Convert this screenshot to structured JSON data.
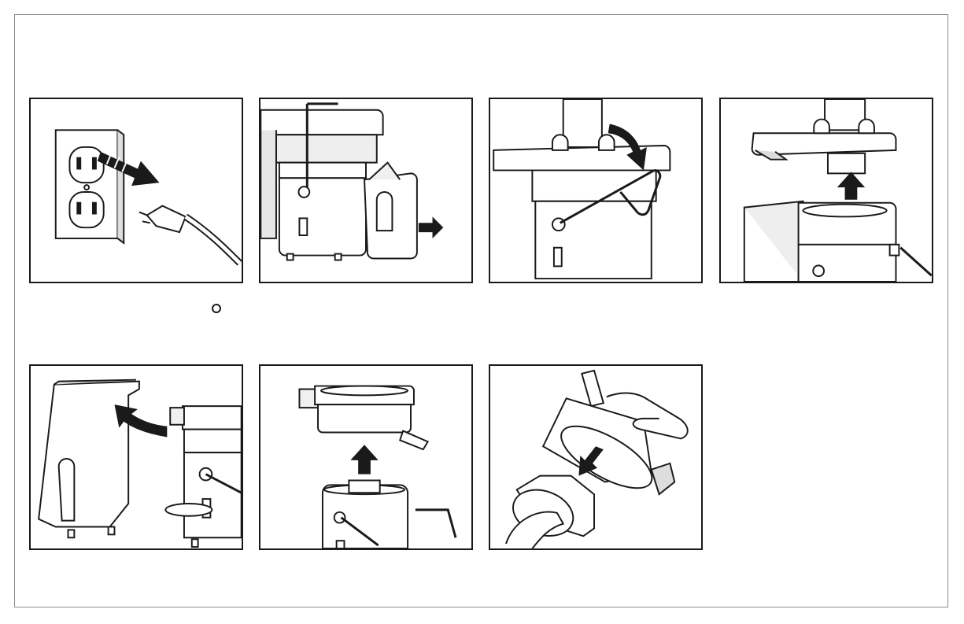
{
  "figures": [
    {
      "id": "step-1",
      "icon": "unplug-outlet-icon"
    },
    {
      "id": "step-2",
      "icon": "remove-pulp-container-icon"
    },
    {
      "id": "step-3",
      "icon": "release-locking-arm-icon"
    },
    {
      "id": "step-4",
      "icon": "lift-cover-icon"
    },
    {
      "id": "step-5",
      "icon": "remove-pulp-container-icon"
    },
    {
      "id": "step-6",
      "icon": "lift-juice-bowl-icon"
    },
    {
      "id": "step-7",
      "icon": "remove-filter-basket-icon"
    }
  ],
  "marker_icon": "ring-bullet-icon",
  "colors": {
    "line": "#1a1a1a",
    "border": "#8c8c8c",
    "fill": "#ffffff",
    "shade": "#e6e6e6"
  }
}
